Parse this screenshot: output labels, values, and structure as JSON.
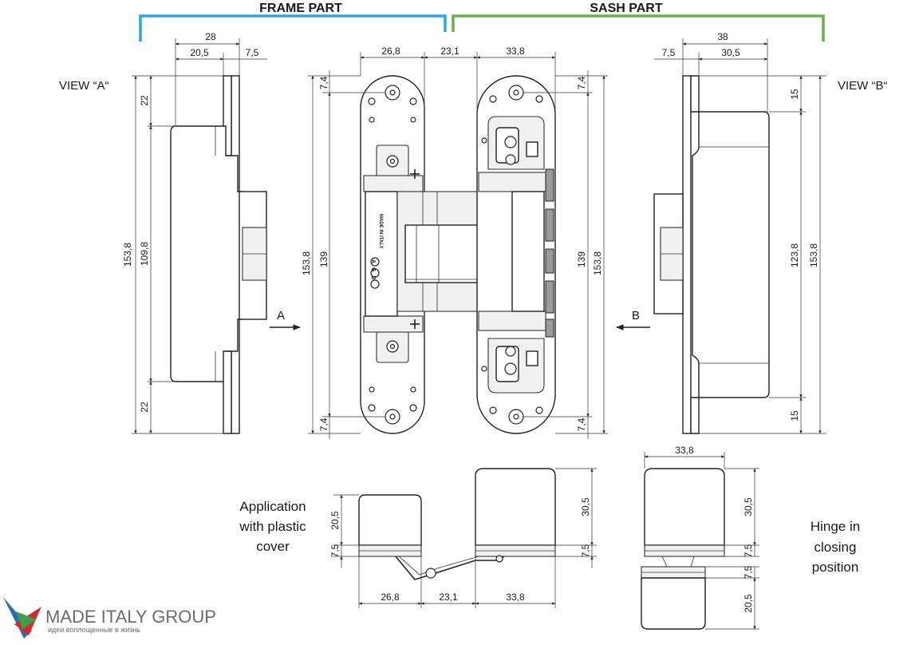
{
  "headers": {
    "frame_part": "FRAME PART",
    "sash_part": "SASH PART"
  },
  "views": {
    "view_a": "VIEW “A“",
    "view_b": "VIEW “B“",
    "arrow_a": "A",
    "arrow_b": "B"
  },
  "dimensions": {
    "top_left": [
      "28",
      "20,5",
      "7,5"
    ],
    "top_center": [
      "26,8",
      "23,1",
      "33,8"
    ],
    "top_right": [
      "38",
      "7,5",
      "30,5"
    ],
    "view_a_vertical": [
      "22",
      "109,8",
      "22",
      "153,8"
    ],
    "front_left_vertical": [
      "7,4",
      "153,8",
      "139",
      "7,4"
    ],
    "front_right_vertical": [
      "7,4",
      "139",
      "153,8",
      "7,4"
    ],
    "view_b_vertical": [
      "15",
      "123,8",
      "153,8",
      "15"
    ],
    "bottom_open": [
      "20,5",
      "7,5",
      "30,5",
      "7,5",
      "26,8",
      "23,1",
      "33,8"
    ],
    "bottom_closed": [
      "33,8",
      "30,5",
      "7,5",
      "7,5",
      "20,5"
    ]
  },
  "notes": {
    "application": [
      "Application",
      "with plastic",
      "cover"
    ],
    "closing": [
      "Hinge in",
      "closing",
      "position"
    ]
  },
  "engraving": {
    "made_in": "MADE IN ITALY",
    "brand": "AGB"
  },
  "logo": {
    "company": "MADE ITALY GROUP",
    "tagline": "идеи воплощенные в жизнь"
  },
  "colors": {
    "frame_bracket": "#29a8e0",
    "sash_bracket": "#6ab04c",
    "logo_blue": "#2b6db5",
    "logo_red": "#d8262e",
    "logo_green": "#3aa04a",
    "logo_text": "#6b6b6b"
  }
}
